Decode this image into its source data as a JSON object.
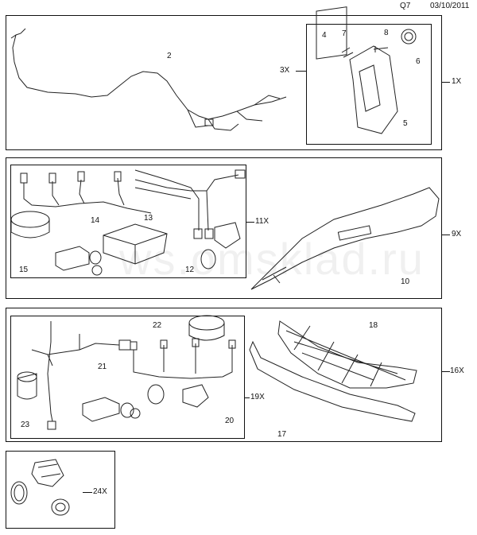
{
  "header": {
    "code": "Q7",
    "date": "03/10/2011"
  },
  "watermark": "ws.omsklad.ru",
  "panels": [
    {
      "group": "1X",
      "subgroup": "3X",
      "callouts": [
        "2",
        "4",
        "7",
        "8",
        "6",
        "5"
      ]
    },
    {
      "group": "9X",
      "subgroup": "11X",
      "callouts": [
        "13",
        "14",
        "15",
        "12",
        "10"
      ]
    },
    {
      "group": "16X",
      "subgroup": "19X",
      "callouts": [
        "22",
        "21",
        "23",
        "20",
        "18",
        "17"
      ]
    },
    {
      "group": "24X",
      "subgroup": "",
      "callouts": []
    }
  ]
}
